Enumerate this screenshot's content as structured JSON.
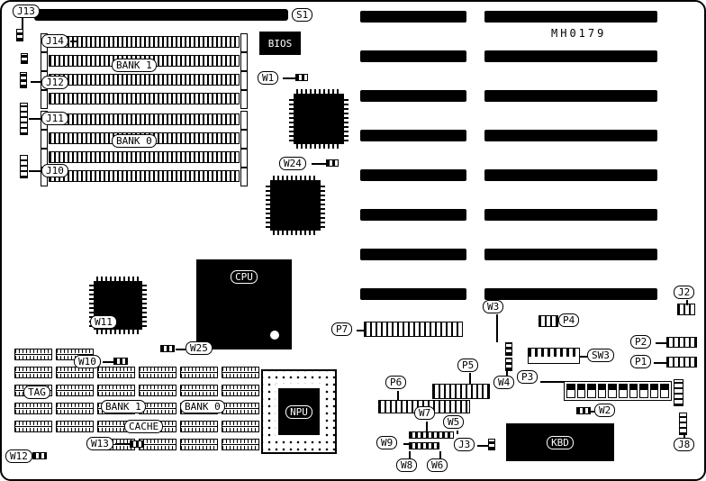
{
  "diagram": {
    "part_number": "MH0179"
  },
  "callouts": {
    "j13": "J13",
    "j14": "J14",
    "j12": "J12",
    "j11": "J11",
    "j10": "J10",
    "s1": "S1",
    "w1": "W1",
    "w24": "W24",
    "mem_bank1": "BANK 1",
    "mem_bank0": "BANK 0",
    "w11": "W11",
    "w25": "W25",
    "w10": "W10",
    "tag": "TAG",
    "cache_bank1": "BANK 1",
    "cache_bank0": "BANK 0",
    "cache": "CACHE",
    "w13": "W13",
    "w12": "W12",
    "p7": "P7",
    "w3": "W3",
    "p4": "P4",
    "sw3": "SW3",
    "p2": "P2",
    "p1": "P1",
    "j2": "J2",
    "p5": "P5",
    "w4": "W4",
    "p3": "P3",
    "p6": "P6",
    "w7": "W7",
    "w5": "W5",
    "w9": "W9",
    "j3": "J3",
    "w8": "W8",
    "w6": "W6",
    "w2": "W2",
    "j8": "J8"
  },
  "chips": {
    "bios": "BIOS",
    "cpu": "CPU",
    "npu": "NPU",
    "kbd": "KBD"
  },
  "colors": {
    "ink": "#000000",
    "paper": "#ffffff"
  }
}
